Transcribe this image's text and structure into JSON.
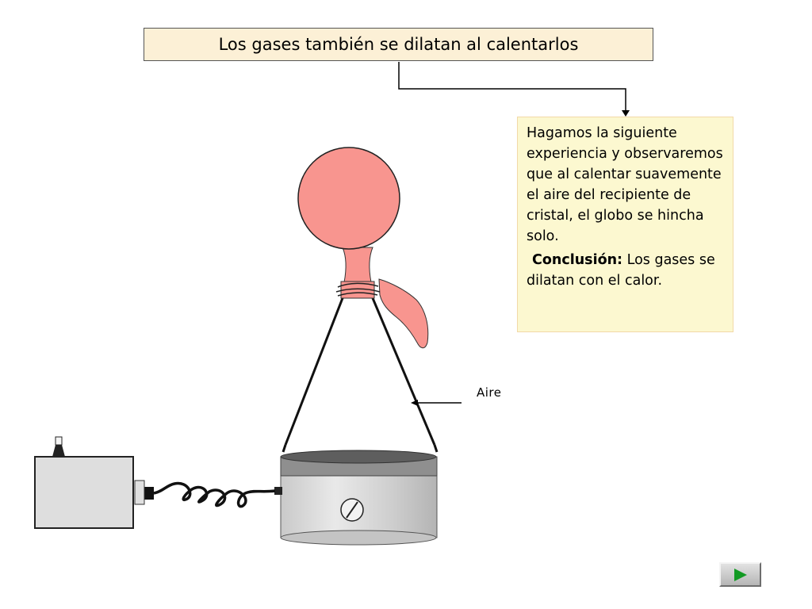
{
  "title": "Los  gases también se dilatan al calentarlos",
  "info": {
    "text": "Hagamos la siguiente experiencia y observaremos que al calentar suavemente el aire del recipiente de cristal, el globo se hincha solo.",
    "conclusion_label": "Conclusión:",
    "conclusion_text": " Los gases se dilatan con el calor."
  },
  "aire_label": "Aire",
  "colors": {
    "title_bg": "#fcf0d6",
    "info_bg": "#fcf8d0",
    "balloon": "#f8958f",
    "next_arrow": "#129a23"
  },
  "icons": {
    "next": "play-arrow-icon"
  }
}
